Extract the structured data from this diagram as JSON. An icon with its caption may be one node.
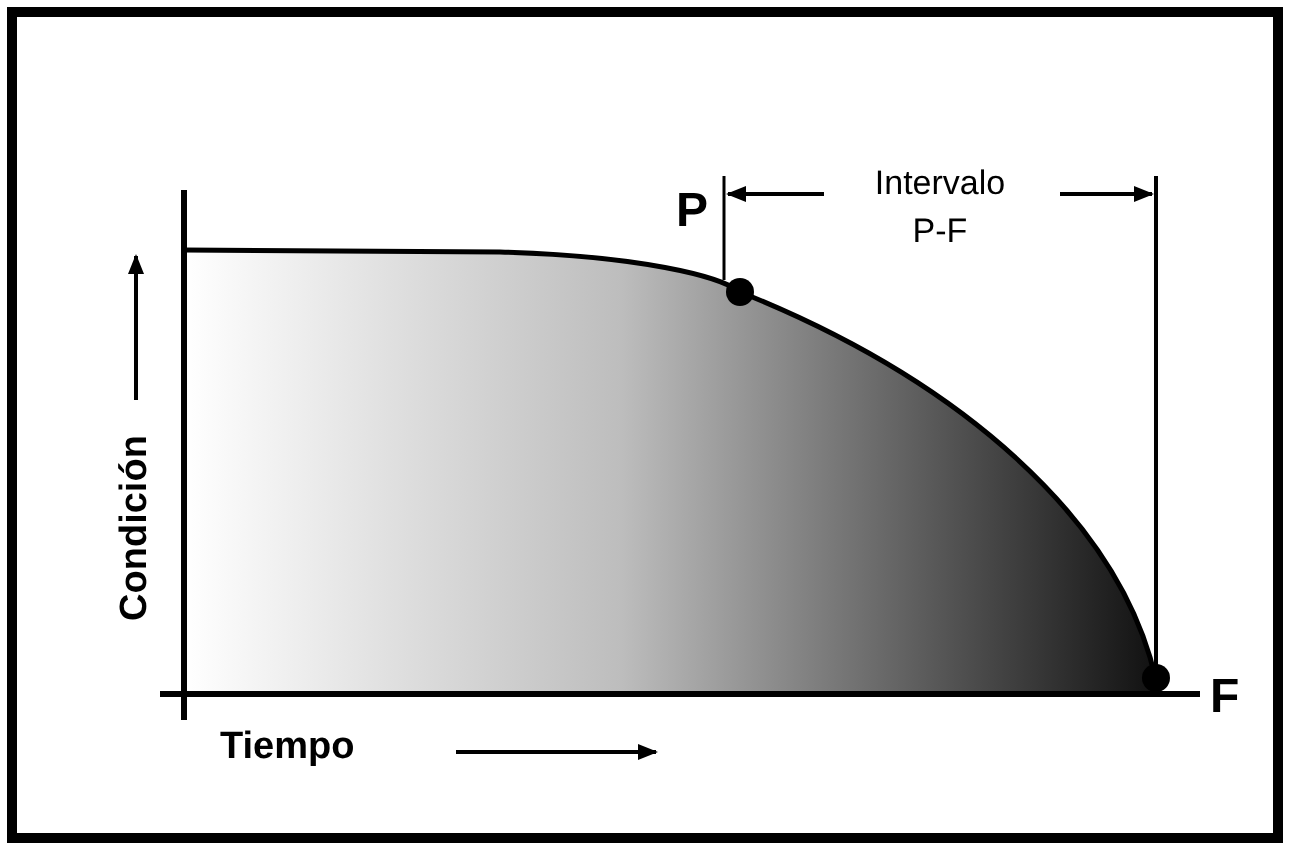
{
  "diagram": {
    "labels": [
      "P",
      "Intervalo P-F",
      "Condición",
      "Tiempo",
      "F"
    ]
  }
}
